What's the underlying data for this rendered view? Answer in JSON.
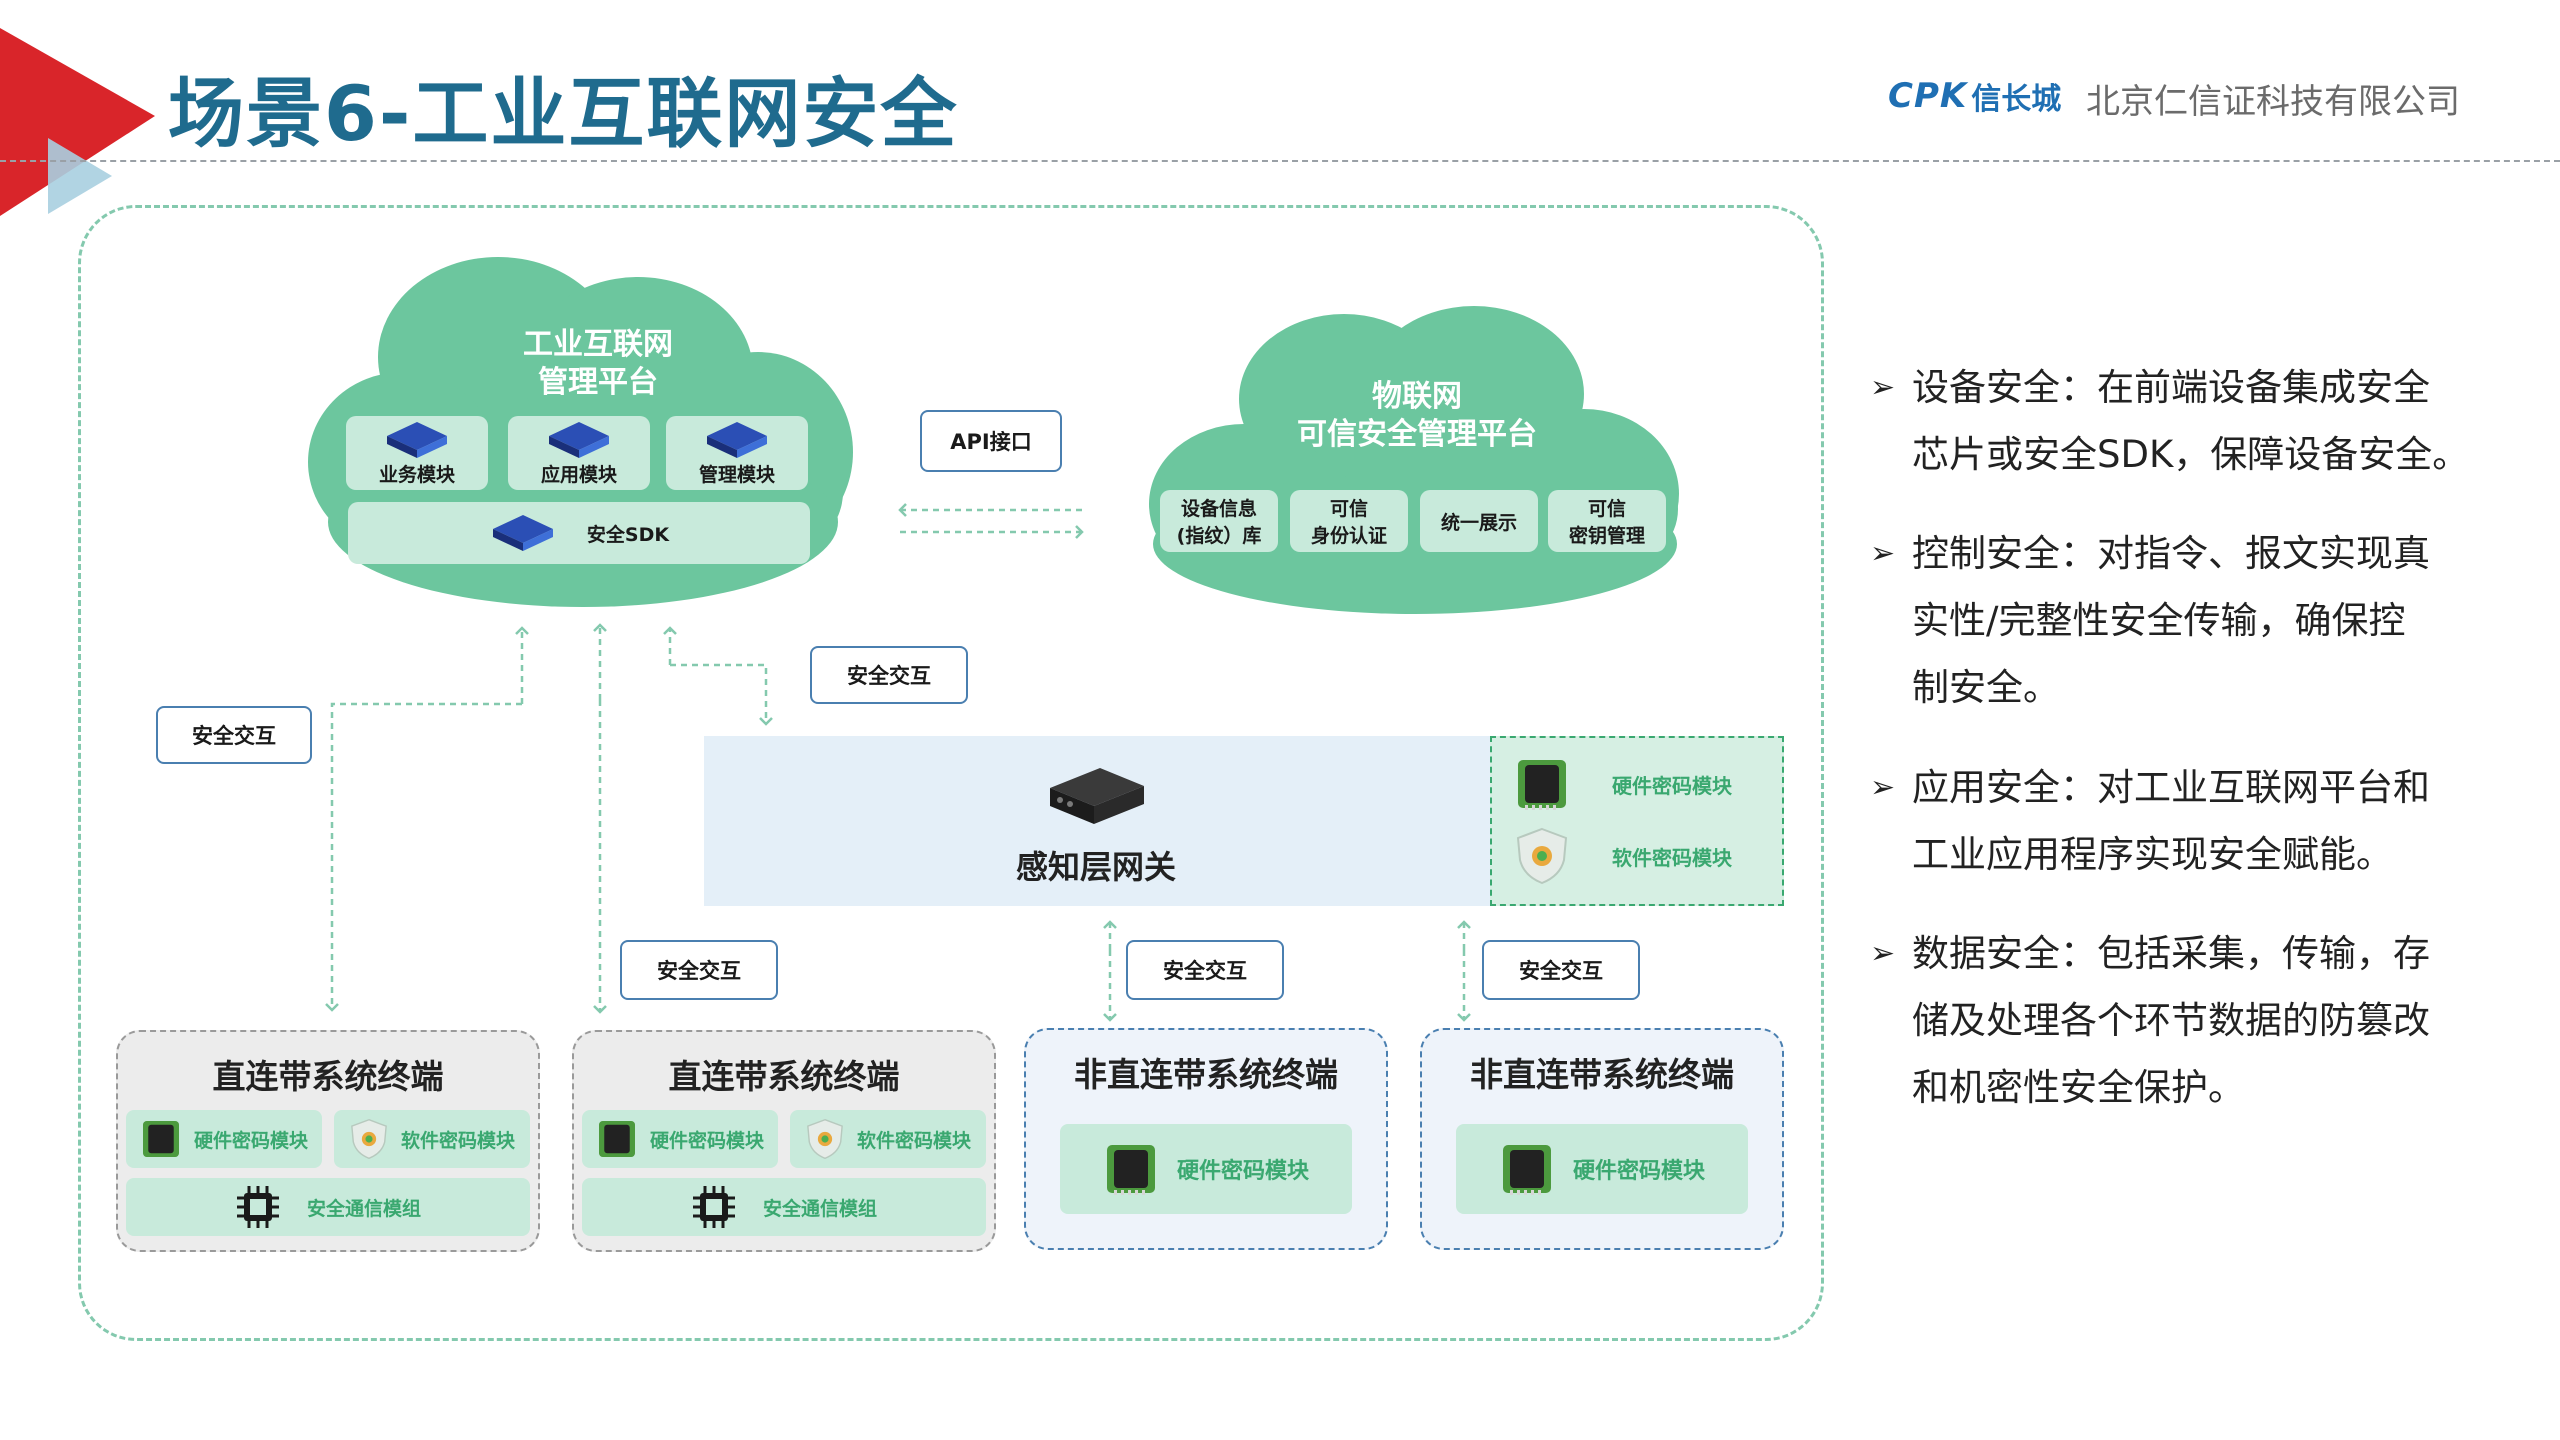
{
  "header": {
    "title": "场景6-工业互联网安全",
    "logo_mark": "CPK",
    "logo_name": "信长城",
    "company": "北京仁信证科技有限公司"
  },
  "colors": {
    "title": "#1f6b8e",
    "accent_red": "#d9252a",
    "cloud_green": "#6cc69e",
    "module_green": "#c8eadb",
    "dashed_green": "#84c9ae",
    "box_blue": "#4a7fb0"
  },
  "cloud_industrial": {
    "title_line1": "工业互联网",
    "title_line2": "管理平台",
    "modules": [
      "业务模块",
      "应用模块",
      "管理模块"
    ],
    "sdk": "安全SDK"
  },
  "cloud_iot": {
    "title_line1": "物联网",
    "title_line2": "可信安全管理平台",
    "modules": [
      {
        "line1": "设备信息",
        "line2": "(指纹）库"
      },
      {
        "line1": "可信",
        "line2": "身份认证"
      },
      {
        "line1": "统一展示",
        "line2": ""
      },
      {
        "line1": "可信",
        "line2": "密钥管理"
      }
    ]
  },
  "labels": {
    "api": "API接口",
    "secure_interaction": "安全交互"
  },
  "gateway": {
    "title": "感知层网关",
    "hardware_module": "硬件密码模块",
    "software_module": "软件密码模块"
  },
  "terminals": [
    {
      "title": "直连带系统终端",
      "hw": "硬件密码模块",
      "sw": "软件密码模块",
      "comm": "安全通信模组"
    },
    {
      "title": "直连带系统终端",
      "hw": "硬件密码模块",
      "sw": "软件密码模块",
      "comm": "安全通信模组"
    },
    {
      "title": "非直连带系统终端",
      "hw": "硬件密码模块"
    },
    {
      "title": "非直连带系统终端",
      "hw": "硬件密码模块"
    }
  ],
  "bullets": [
    {
      "lines": [
        "设备安全：在前端设备集成安全",
        "芯片或安全SDK，保障设备安全。"
      ]
    },
    {
      "lines": [
        "控制安全：对指令、报文实现真",
        "实性/完整性安全传输，确保控",
        "制安全。"
      ]
    },
    {
      "lines": [
        "应用安全：对工业互联网平台和",
        "工业应用程序实现安全赋能。"
      ]
    },
    {
      "lines": [
        "数据安全：包括采集，传输，存",
        "储及处理各个环节数据的防篡改",
        "和机密性安全保护。"
      ]
    }
  ],
  "icons": {
    "bullet": "arrow-bullet-icon",
    "cube": "cube-icon",
    "chip": "chip-icon",
    "shield": "shield-icon",
    "router": "router-icon",
    "cpu": "cpu-icon"
  }
}
